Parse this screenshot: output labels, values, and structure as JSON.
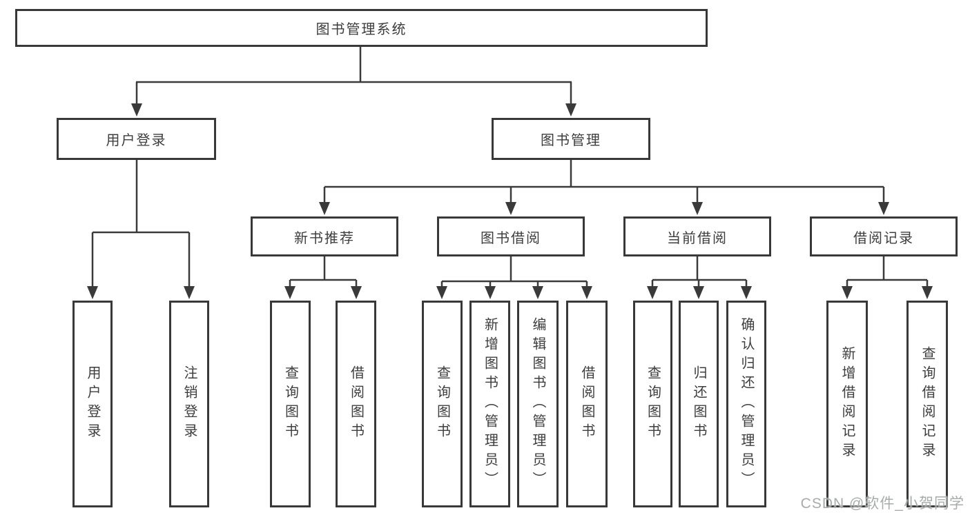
{
  "colors": {
    "background": "#ffffff",
    "line": "#3a3a3a",
    "box_border": "#383838",
    "text": "#3d3d3d",
    "watermark_text": "#a2a6a6"
  },
  "diagram": {
    "root": {
      "label": "图书管理系统"
    },
    "branches": [
      {
        "label": "用户登录",
        "children": [
          {
            "label": "用户登录"
          },
          {
            "label": "注销登录"
          }
        ]
      },
      {
        "label": "图书管理",
        "children": [
          {
            "label": "新书推荐",
            "children": [
              {
                "label": "查询图书"
              },
              {
                "label": "借阅图书"
              }
            ]
          },
          {
            "label": "图书借阅",
            "children": [
              {
                "label": "查询图书"
              },
              {
                "label": "新增图书（管理员）"
              },
              {
                "label": "编辑图书（管理员）"
              },
              {
                "label": "借阅图书"
              }
            ]
          },
          {
            "label": "当前借阅",
            "children": [
              {
                "label": "查询图书"
              },
              {
                "label": "归还图书"
              },
              {
                "label": "确认归还（管理员）"
              }
            ]
          },
          {
            "label": "借阅记录",
            "children": [
              {
                "label": "新增借阅记录"
              },
              {
                "label": "查询借阅记录"
              }
            ]
          }
        ]
      }
    ]
  },
  "watermark": {
    "text": "CSDN @软件_小贺同学"
  }
}
